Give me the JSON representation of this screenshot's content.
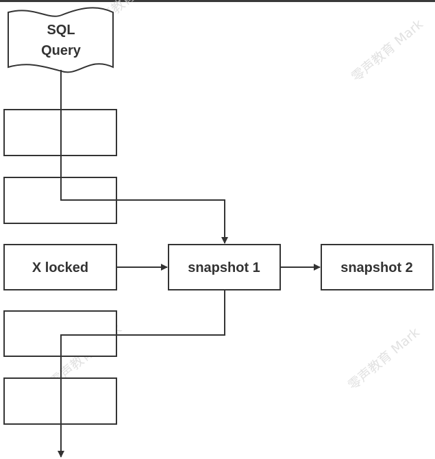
{
  "nodes": {
    "sql_query": {
      "line1": "SQL",
      "line2": "Query"
    },
    "x_locked": {
      "label": "X locked"
    },
    "snapshot_1": {
      "label": "snapshot 1"
    },
    "snapshot_2": {
      "label": "snapshot 2"
    }
  },
  "watermark": {
    "text": "零声教育 Mark"
  },
  "colors": {
    "stroke": "#333333",
    "fill": "#ffffff",
    "watermark": "#d8d8d8"
  }
}
